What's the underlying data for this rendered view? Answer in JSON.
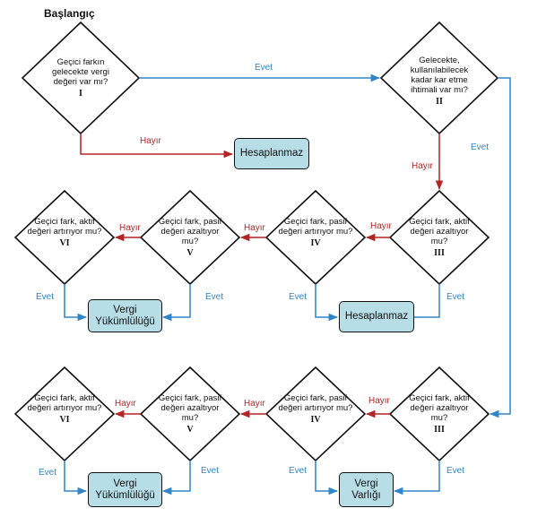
{
  "title": "Başlangıç",
  "labels": {
    "yes": "Evet",
    "no": "Hayır"
  },
  "colors": {
    "yes_arrow": "#2f85c8",
    "no_arrow": "#b32424",
    "result_fill": "#b7dde6",
    "outline": "#111111"
  },
  "decisions": {
    "d1": {
      "text": "Geçici farkın gelecekte vergi değeri var mı?",
      "roman": "I"
    },
    "d2": {
      "text": "Gelecekte, kullanılabilecek kadar kar etme ihtimali var mı?",
      "roman": "II"
    },
    "r1_iii": {
      "text": "Geçici fark, aktif değeri azaltıyor mu?",
      "roman": "III"
    },
    "r1_iv": {
      "text": "Geçici fark, pasif değeri artırıyor mu?",
      "roman": "IV"
    },
    "r1_v": {
      "text": "Geçici fark, pasif değeri azaltıyor mu?",
      "roman": "V"
    },
    "r1_vi": {
      "text": "Geçici fark, aktif değeri artırıyor mu?",
      "roman": "VI"
    },
    "r2_iii": {
      "text": "Geçici fark, aktif değeri azaltıyor mu?",
      "roman": "III"
    },
    "r2_iv": {
      "text": "Geçici fark, pasif değeri artırıyor mu?",
      "roman": "IV"
    },
    "r2_v": {
      "text": "Geçici fark, pasif değeri azaltıyor mu?",
      "roman": "V"
    },
    "r2_vi": {
      "text": "Geçici fark, aktif değeri artırıyor mu?",
      "roman": "VI"
    }
  },
  "results": {
    "hesaplanmaz_top": "Hesaplanmaz",
    "r1_right": "Hesaplanmaz",
    "r1_left": "Vergi Yükümlülüğü",
    "r2_right": "Vergi Varlığı",
    "r2_left": "Vergi Yükümlülüğü"
  }
}
